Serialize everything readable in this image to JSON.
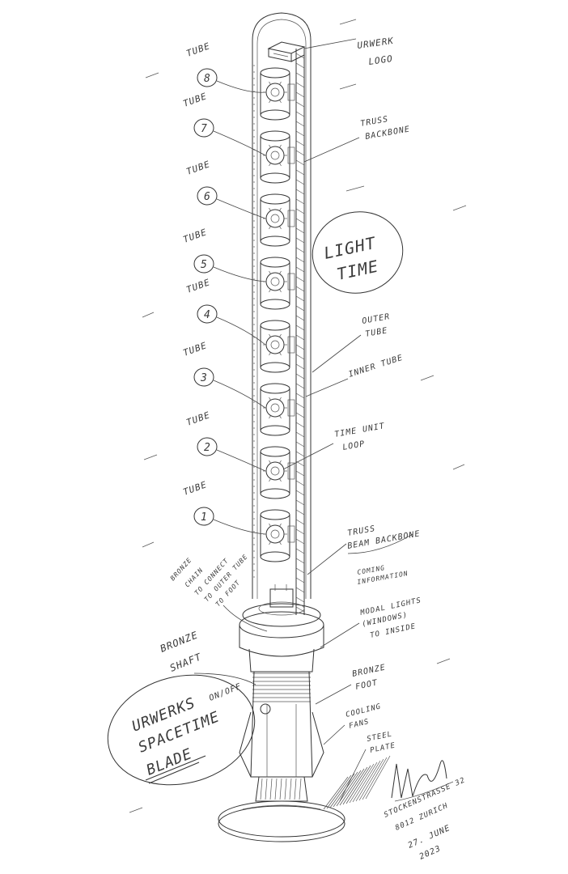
{
  "drawing": {
    "tube_word": "TUBE",
    "tube_numbers": [
      "8",
      "7",
      "6",
      "5",
      "4",
      "3",
      "2",
      "1"
    ],
    "logo_label": [
      "URWERK",
      "LOGO"
    ],
    "truss_backbone_label": [
      "TRUSS",
      "BACKBONE"
    ],
    "light_time": [
      "LIGHT",
      "TIME"
    ],
    "outer_tube_label": [
      "OUTER",
      "TUBE"
    ],
    "inner_tube_label": "INNER TUBE",
    "time_unit_label": [
      "TIME UNIT",
      "LOOP"
    ],
    "truss_beam_label": [
      "TRUSS",
      "BEAM BACKBONE"
    ],
    "truss_beam_note": [
      "COMING",
      "INFORMATION"
    ],
    "bronze_chain_label": [
      "BRONZE",
      "CHAIN",
      "TO CONNECT",
      "TO OUTER TUBE",
      "TO FOOT"
    ],
    "bronze_shaft_label": [
      "BRONZE",
      "SHAFT"
    ],
    "urwerks_label": [
      "URWERKS",
      "ON/OFF",
      "SPACETIME",
      "BLADE"
    ],
    "modal_lights_label": [
      "MODAL LIGHTS",
      "(WINDOWS)",
      "TO INSIDE"
    ],
    "bronze_foot_label": [
      "BRONZE",
      "FOOT"
    ],
    "cooling_fans_label": [
      "COOLING",
      "FANS"
    ],
    "steel_plate_label": [
      "STEEL",
      "PLATE"
    ],
    "signature_address": [
      "STOCKENSTRASSE 32",
      "8012 ZURICH"
    ],
    "signature_date": [
      "27. JUNE",
      "2023"
    ]
  }
}
